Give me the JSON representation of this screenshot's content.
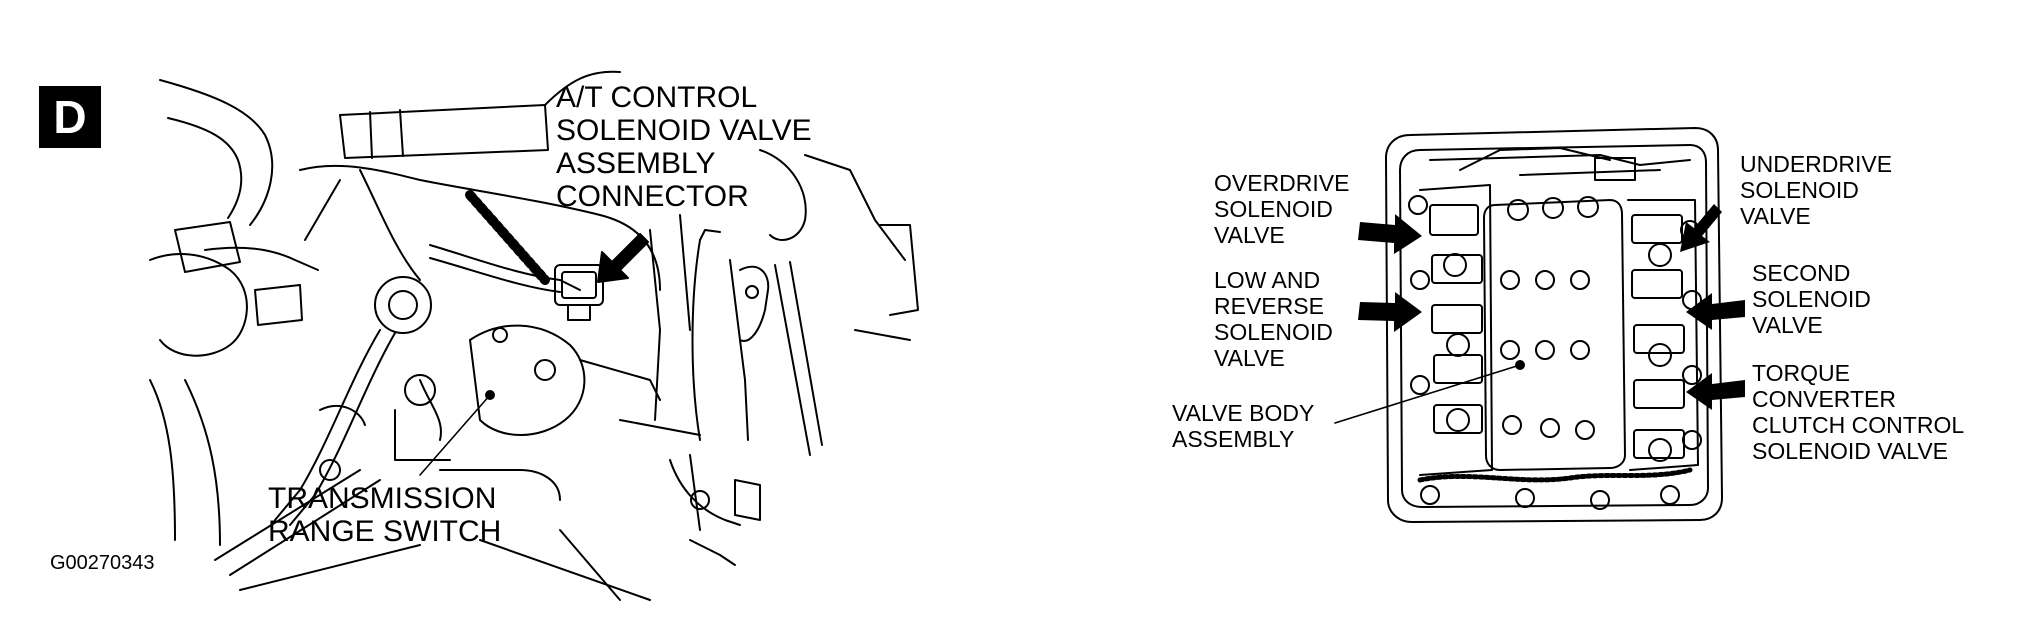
{
  "figure_letter": "D",
  "figure_code": "G00270343",
  "left_view": {
    "callout_connector": "A/T CONTROL\nSOLENOID VALVE\nASSEMBLY\nCONNECTOR",
    "callout_switch": "TRANSMISSION\nRANGE SWITCH"
  },
  "right_view": {
    "overdrive": "OVERDRIVE\nSOLENOID\nVALVE",
    "low_reverse": "LOW AND\nREVERSE\nSOLENOID\nVALVE",
    "valve_body": "VALVE BODY\nASSEMBLY",
    "underdrive": "UNDERDRIVE\nSOLENOID\nVALVE",
    "second": "SECOND\nSOLENOID\nVALVE",
    "torque_converter": "TORQUE\nCONVERTER\nCLUTCH CONTROL\nSOLENOID VALVE"
  }
}
